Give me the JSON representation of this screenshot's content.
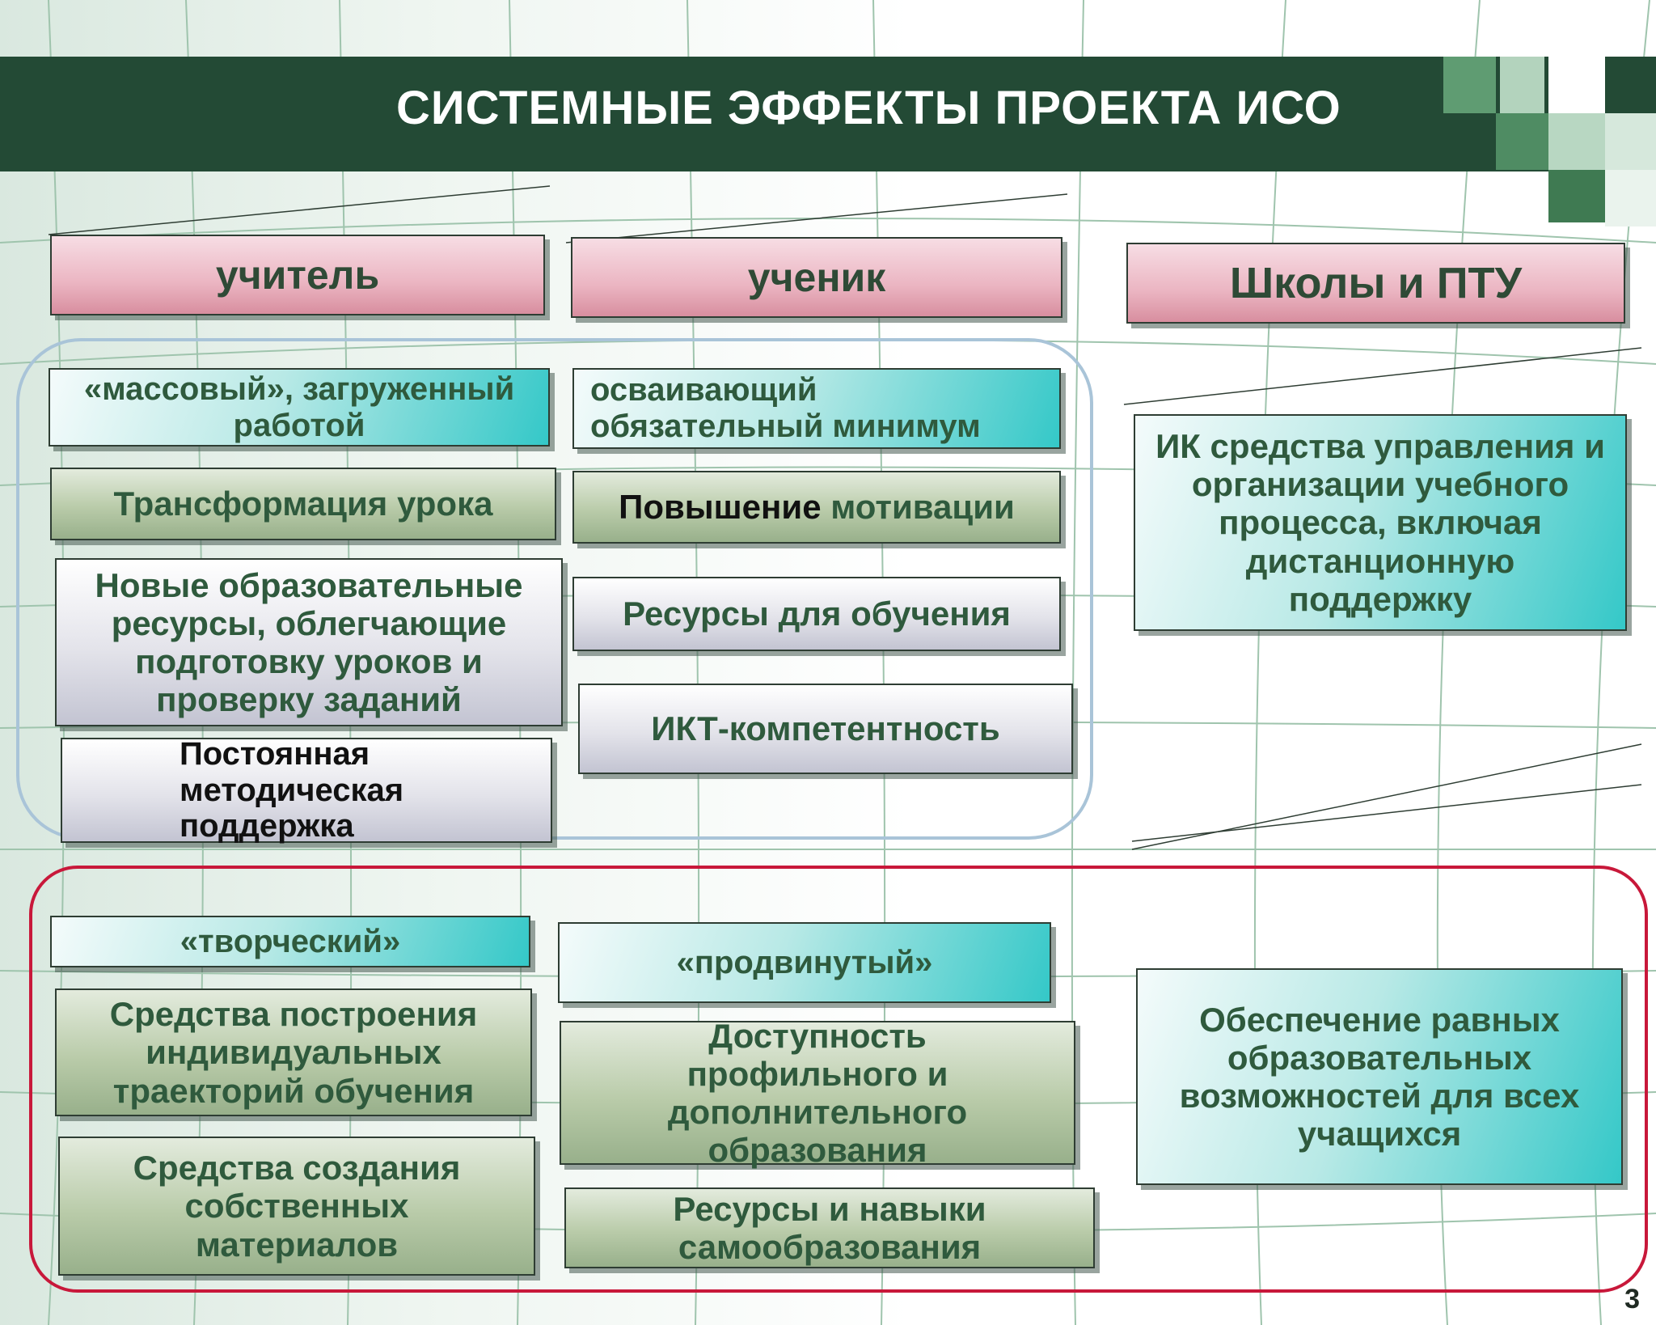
{
  "title": "СИСТЕМНЫЕ ЭФФЕКТЫ ПРОЕКТА ИСО",
  "page_number": "3",
  "headers": {
    "teacher": "учитель",
    "student": "ученик",
    "schools": "Школы и ПТУ"
  },
  "mass_group": {
    "teacher_items": [
      "«массовый», загруженный работой",
      "Трансформация урока",
      "Новые образовательные ресурсы, облегчающие подготовку уроков и проверку заданий",
      "Постоянная методическая поддержка"
    ],
    "student_items": [
      "осваивающий обязательный минимум",
      "Повышение",
      "мотивации",
      "Ресурсы для обучения",
      "ИКТ-компетентность"
    ],
    "school_item": "ИК средства управления и организации учебного процесса, включая дистанционную поддержку"
  },
  "creative_group": {
    "teacher_items": [
      "«творческий»",
      "Средства построения индивидуальных траекторий обучения",
      "Средства создания собственных материалов"
    ],
    "student_items": [
      "«продвинутый»",
      "Доступность профильного и дополнительного образования",
      "Ресурсы и навыки самообразования"
    ],
    "school_item": "Обеспечение равных образовательных возможностей для всех учащихся"
  },
  "colors": {
    "title_bar": "#234a35",
    "mass_frame": "#a9c4d8",
    "creative_frame": "#c8183a",
    "text": "#2f5a3d"
  }
}
